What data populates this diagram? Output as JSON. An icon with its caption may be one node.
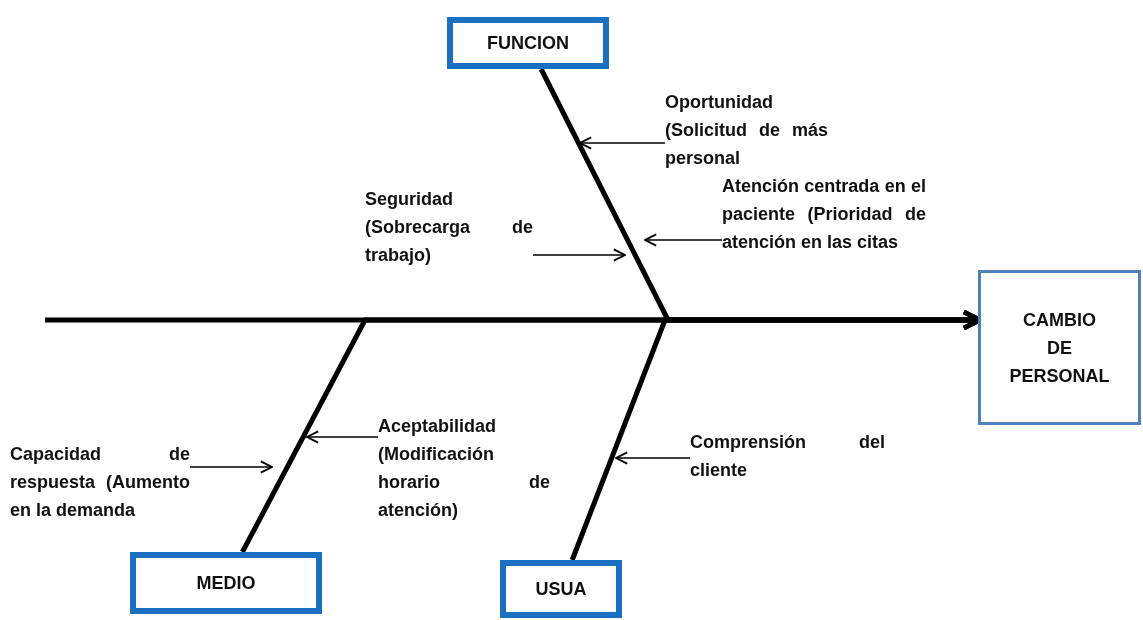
{
  "diagram": {
    "nodes": [
      {
        "text": [
          "FUNCION"
        ]
      },
      {
        "text": [
          "MEDIO"
        ]
      },
      {
        "text": [
          "USUA"
        ]
      },
      {
        "text": [
          "CAMBIO DE PERSONAL"
        ]
      },
      {
        "text": [
          "Oportunidad (Solicitud de más personal"
        ]
      },
      {
        "text": [
          "Seguridad (Sobrecarga de trabajo)"
        ]
      },
      {
        "text": [
          "Atención centrada en el paciente (Prioridad de atención en las citas"
        ]
      },
      {
        "text": [
          "Capacidad de respuesta (Aumento en la demanda"
        ]
      },
      {
        "text": [
          "Aceptabilidad (Modificación horario de atención)"
        ]
      },
      {
        "text": [
          "Comprensión del cliente"
        ]
      }
    ],
    "edges": [
      {
        "from": null,
        "to": 3,
        "arrow": "to",
        "style": "thick"
      },
      {
        "from": 0,
        "to": 3,
        "arrow": "to",
        "style": "thick"
      },
      {
        "from": 1,
        "to": 3,
        "arrow": "to",
        "style": "thick"
      },
      {
        "from": 2,
        "to": 3,
        "arrow": "to",
        "style": "thick"
      },
      {
        "from": 4,
        "to": null,
        "arrow": "to"
      },
      {
        "from": 5,
        "to": null,
        "arrow": "to"
      },
      {
        "from": 6,
        "to": null,
        "arrow": "to"
      },
      {
        "from": 7,
        "to": null,
        "arrow": "to"
      },
      {
        "from": 8,
        "to": null,
        "arrow": "to"
      },
      {
        "from": 9,
        "to": null,
        "arrow": "to"
      }
    ]
  }
}
